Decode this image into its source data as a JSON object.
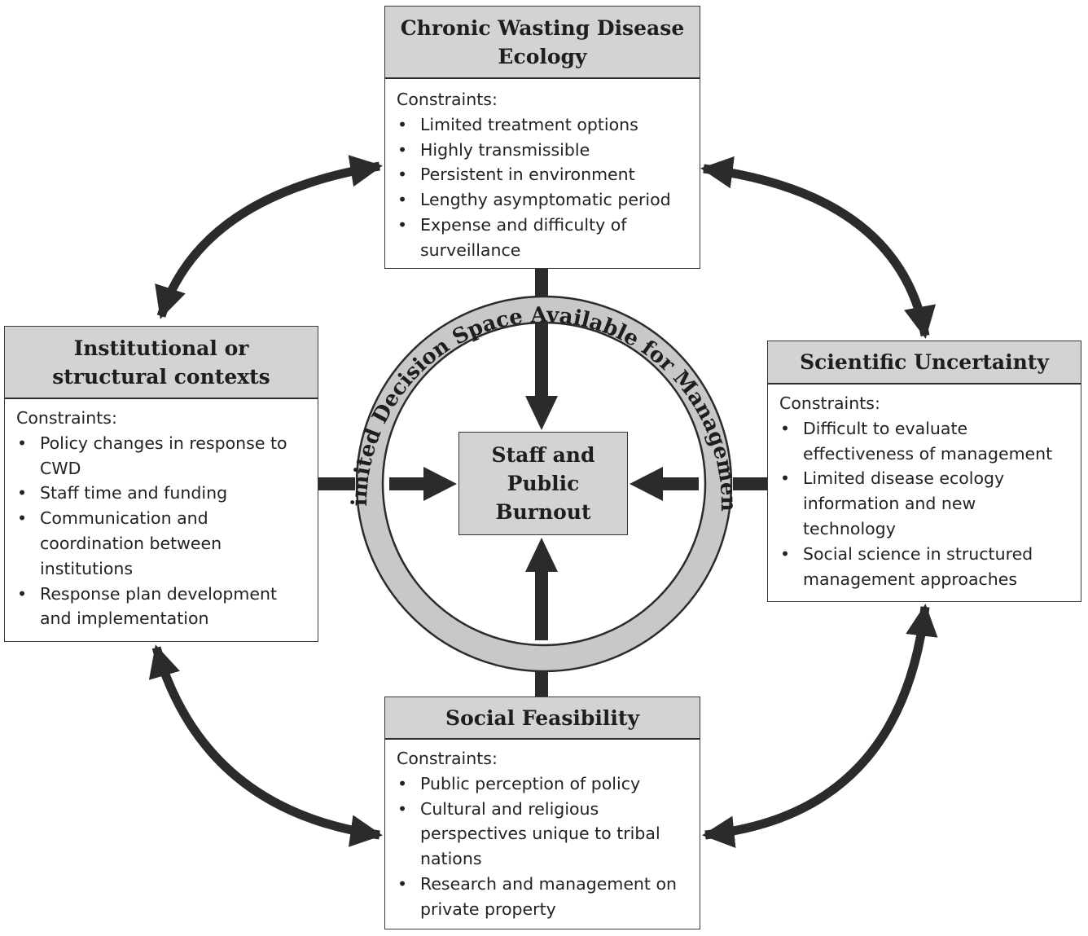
{
  "center": {
    "ring_label": "Limited Decision Space Available for Management",
    "core_label": "Staff and Public Burnout"
  },
  "boxes": {
    "top": {
      "title": "Chronic Wasting Disease Ecology",
      "lead": "Constraints:",
      "items": [
        "Limited treatment options",
        "Highly transmissible",
        "Persistent in environment",
        "Lengthy asymptomatic period",
        "Expense and difficulty of surveillance"
      ]
    },
    "left": {
      "title": "Institutional or structural contexts",
      "lead": "Constraints:",
      "items": [
        "Policy changes in response to CWD",
        "Staff time and funding",
        "Communication and coordination between institutions",
        "Response plan development and implementation"
      ]
    },
    "right": {
      "title": "Scientific Uncertainty",
      "lead": "Constraints:",
      "items": [
        "Difficult to evaluate effectiveness of management",
        "Limited disease ecology information and new technology",
        "Social science in structured management approaches"
      ]
    },
    "bottom": {
      "title": "Social Feasibility",
      "lead": "Constraints:",
      "items": [
        "Public perception of policy",
        "Cultural and religious perspectives unique to tribal nations",
        "Research and management on private property"
      ]
    }
  },
  "colors": {
    "box_header": "#d3d3d3",
    "arrow": "#2b2b2b",
    "ring": "#c8c8c8"
  }
}
